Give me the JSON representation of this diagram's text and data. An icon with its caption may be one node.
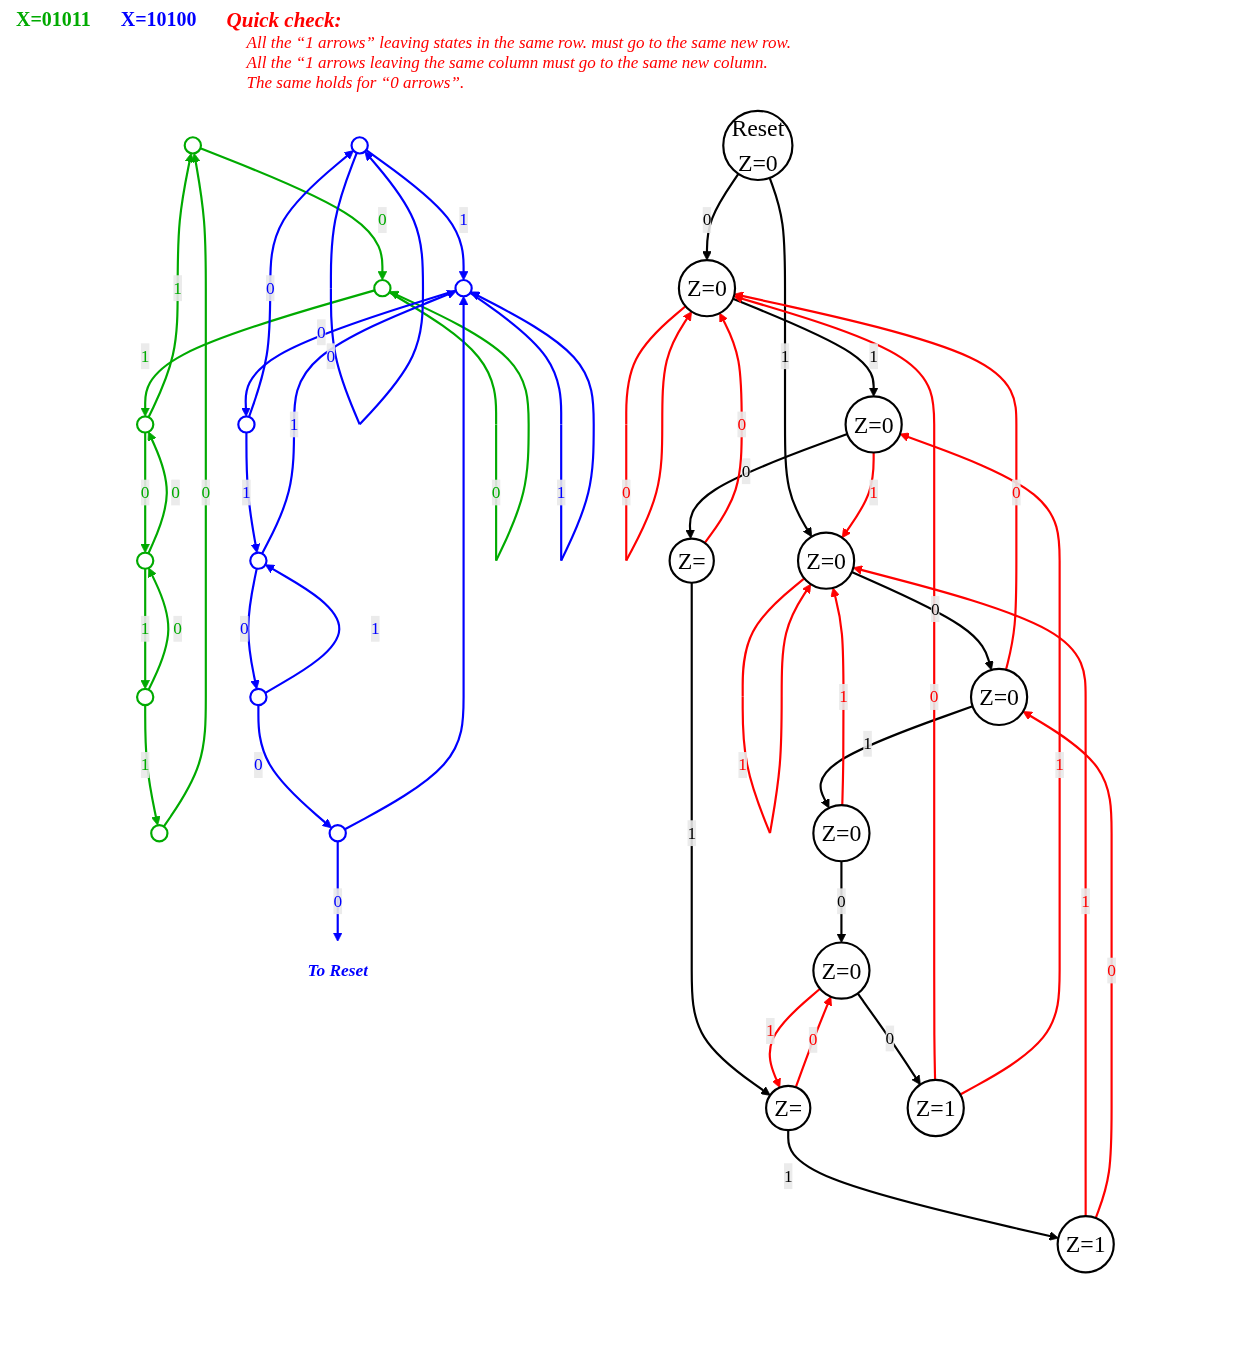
{
  "diagram": {
    "nodes": [
      {
        "text": [],
        "shape": "circle"
      },
      {
        "text": [],
        "shape": "circle"
      },
      {
        "text": [],
        "shape": "circle"
      },
      {
        "text": [],
        "shape": "circle"
      },
      {
        "text": [],
        "shape": "circle"
      },
      {
        "text": [],
        "shape": "circle"
      },
      {
        "text": [],
        "shape": "circle"
      },
      {
        "text": [],
        "shape": "circle"
      },
      {
        "text": [],
        "shape": "circle"
      },
      {
        "text": [],
        "shape": "circle"
      },
      {
        "text": [],
        "shape": "circle"
      },
      {
        "text": [],
        "shape": "circle"
      },
      {
        "text": [
          "To Reset"
        ]
      },
      {
        "text": [
          "Reset",
          "Z=0"
        ]
      },
      {
        "text": [
          "Z=0"
        ]
      },
      {
        "text": [
          "Z=0"
        ]
      },
      {
        "text": [
          "Z=0"
        ]
      },
      {
        "text": [
          "Z=1"
        ]
      },
      {
        "text": [
          "Z=0"
        ]
      },
      {
        "text": [
          "Z="
        ]
      },
      {
        "text": [
          "Z=0"
        ]
      },
      {
        "text": [
          "Z="
        ]
      },
      {
        "text": [
          "Z=0"
        ]
      },
      {
        "text": [
          "Z=1"
        ]
      }
    ],
    "edges": [
      {
        "from": 0,
        "to": 1,
        "arrow": "to",
        "label": "0",
        "color": "#00aa00"
      },
      {
        "from": 1,
        "to": 1,
        "arrow": "to",
        "label": "0",
        "color": "#00aa00"
      },
      {
        "from": 1,
        "to": 2,
        "arrow": "to",
        "label": "1",
        "color": "#00aa00"
      },
      {
        "from": 2,
        "to": 0,
        "arrow": "to",
        "label": "1",
        "color": "#00aa00"
      },
      {
        "from": 2,
        "to": 3,
        "arrow": "to",
        "label": "0",
        "color": "#00aa00"
      },
      {
        "from": 3,
        "to": 2,
        "arrow": "to",
        "label": "0",
        "color": "#00aa00"
      },
      {
        "from": 3,
        "to": 4,
        "arrow": "to",
        "label": "1",
        "color": "#00aa00"
      },
      {
        "from": 4,
        "to": 3,
        "arrow": "to",
        "label": "0",
        "color": "#00aa00"
      },
      {
        "from": 4,
        "to": 5,
        "arrow": "to",
        "label": "1",
        "color": "#00aa00"
      },
      {
        "from": 5,
        "to": 0,
        "arrow": "to",
        "label": "0",
        "color": "#00aa00"
      },
      {
        "from": 6,
        "to": 6,
        "arrow": "to",
        "label": "0",
        "color": "#0000ff"
      },
      {
        "from": 6,
        "to": 7,
        "arrow": "to",
        "label": "1",
        "color": "#0000ff"
      },
      {
        "from": 7,
        "to": 7,
        "arrow": "to",
        "label": "1",
        "color": "#0000ff"
      },
      {
        "from": 7,
        "to": 8,
        "arrow": "to",
        "label": "0",
        "color": "#0000ff"
      },
      {
        "from": 8,
        "to": 6,
        "arrow": "to",
        "label": "0",
        "color": "#0000ff"
      },
      {
        "from": 8,
        "to": 9,
        "arrow": "to",
        "label": "1",
        "color": "#0000ff"
      },
      {
        "from": 9,
        "to": 7,
        "arrow": "to",
        "label": "1",
        "color": "#0000ff"
      },
      {
        "from": 9,
        "to": 10,
        "arrow": "to",
        "label": "0",
        "color": "#0000ff"
      },
      {
        "from": 10,
        "to": 9,
        "arrow": "to",
        "label": "1",
        "color": "#0000ff"
      },
      {
        "from": 10,
        "to": 11,
        "arrow": "to",
        "label": "0",
        "color": "#0000ff"
      },
      {
        "from": 11,
        "to": 12,
        "arrow": "to",
        "label": "0",
        "color": "#0000ff"
      },
      {
        "from": 11,
        "to": 7,
        "arrow": "to",
        "color": "#0000ff"
      },
      {
        "from": 13,
        "to": 14,
        "arrow": "to",
        "label": "0",
        "color": "#000000"
      },
      {
        "from": 13,
        "to": 15,
        "arrow": "to",
        "label": "1",
        "color": "#000000"
      },
      {
        "from": 14,
        "to": 14,
        "arrow": "to",
        "label": "0",
        "color": "#ff0000"
      },
      {
        "from": 14,
        "to": 16,
        "arrow": "to",
        "label": "1",
        "color": "#000000"
      },
      {
        "from": 15,
        "to": 15,
        "arrow": "to",
        "label": "1",
        "color": "#ff0000"
      },
      {
        "from": 17,
        "to": 15,
        "arrow": "to",
        "label": "1",
        "color": "#ff0000"
      },
      {
        "from": 16,
        "to": 15,
        "arrow": "to",
        "label": "1",
        "color": "#ff0000"
      },
      {
        "from": 15,
        "to": 18,
        "arrow": "to",
        "label": "0",
        "color": "#000000"
      },
      {
        "from": 16,
        "to": 19,
        "arrow": "to",
        "label": "0",
        "color": "#000000"
      },
      {
        "from": 17,
        "to": 18,
        "arrow": "to",
        "label": "0",
        "color": "#ff0000"
      },
      {
        "from": 18,
        "to": 14,
        "arrow": "to",
        "label": "0",
        "color": "#ff0000"
      },
      {
        "from": 19,
        "to": 14,
        "arrow": "to",
        "label": "0",
        "color": "#ff0000"
      },
      {
        "from": 18,
        "to": 20,
        "arrow": "to",
        "label": "1",
        "color": "#000000"
      },
      {
        "from": 19,
        "to": 21,
        "arrow": "to",
        "label": "1",
        "color": "#000000"
      },
      {
        "from": 21,
        "to": 17,
        "arrow": "to",
        "label": "1",
        "color": "#000000"
      },
      {
        "from": 20,
        "to": 15,
        "arrow": "to",
        "label": "1",
        "color": "#ff0000"
      },
      {
        "from": 20,
        "to": 22,
        "arrow": "to",
        "label": "0",
        "color": "#000000"
      },
      {
        "from": 22,
        "to": 21,
        "arrow": "to",
        "label": "1",
        "color": "#ff0000"
      },
      {
        "from": 21,
        "to": 22,
        "arrow": "to",
        "label": "0",
        "color": "#ff0000"
      },
      {
        "from": 22,
        "to": 23,
        "arrow": "to",
        "label": "0",
        "color": "#000000"
      },
      {
        "from": 23,
        "to": 14,
        "arrow": "to",
        "label": "0",
        "color": "#ff0000"
      },
      {
        "from": 23,
        "to": 16,
        "arrow": "to",
        "label": "1",
        "color": "#ff0000"
      }
    ],
    "labels": [
      "X=01011",
      "X=10100",
      "Quick check:",
      "All the “1 arrows” leaving states in the same row. must go to the same new row.",
      "All the “1 arrows leaving the same column must go to the same new column.",
      "The same holds for “0 arrows”."
    ]
  }
}
